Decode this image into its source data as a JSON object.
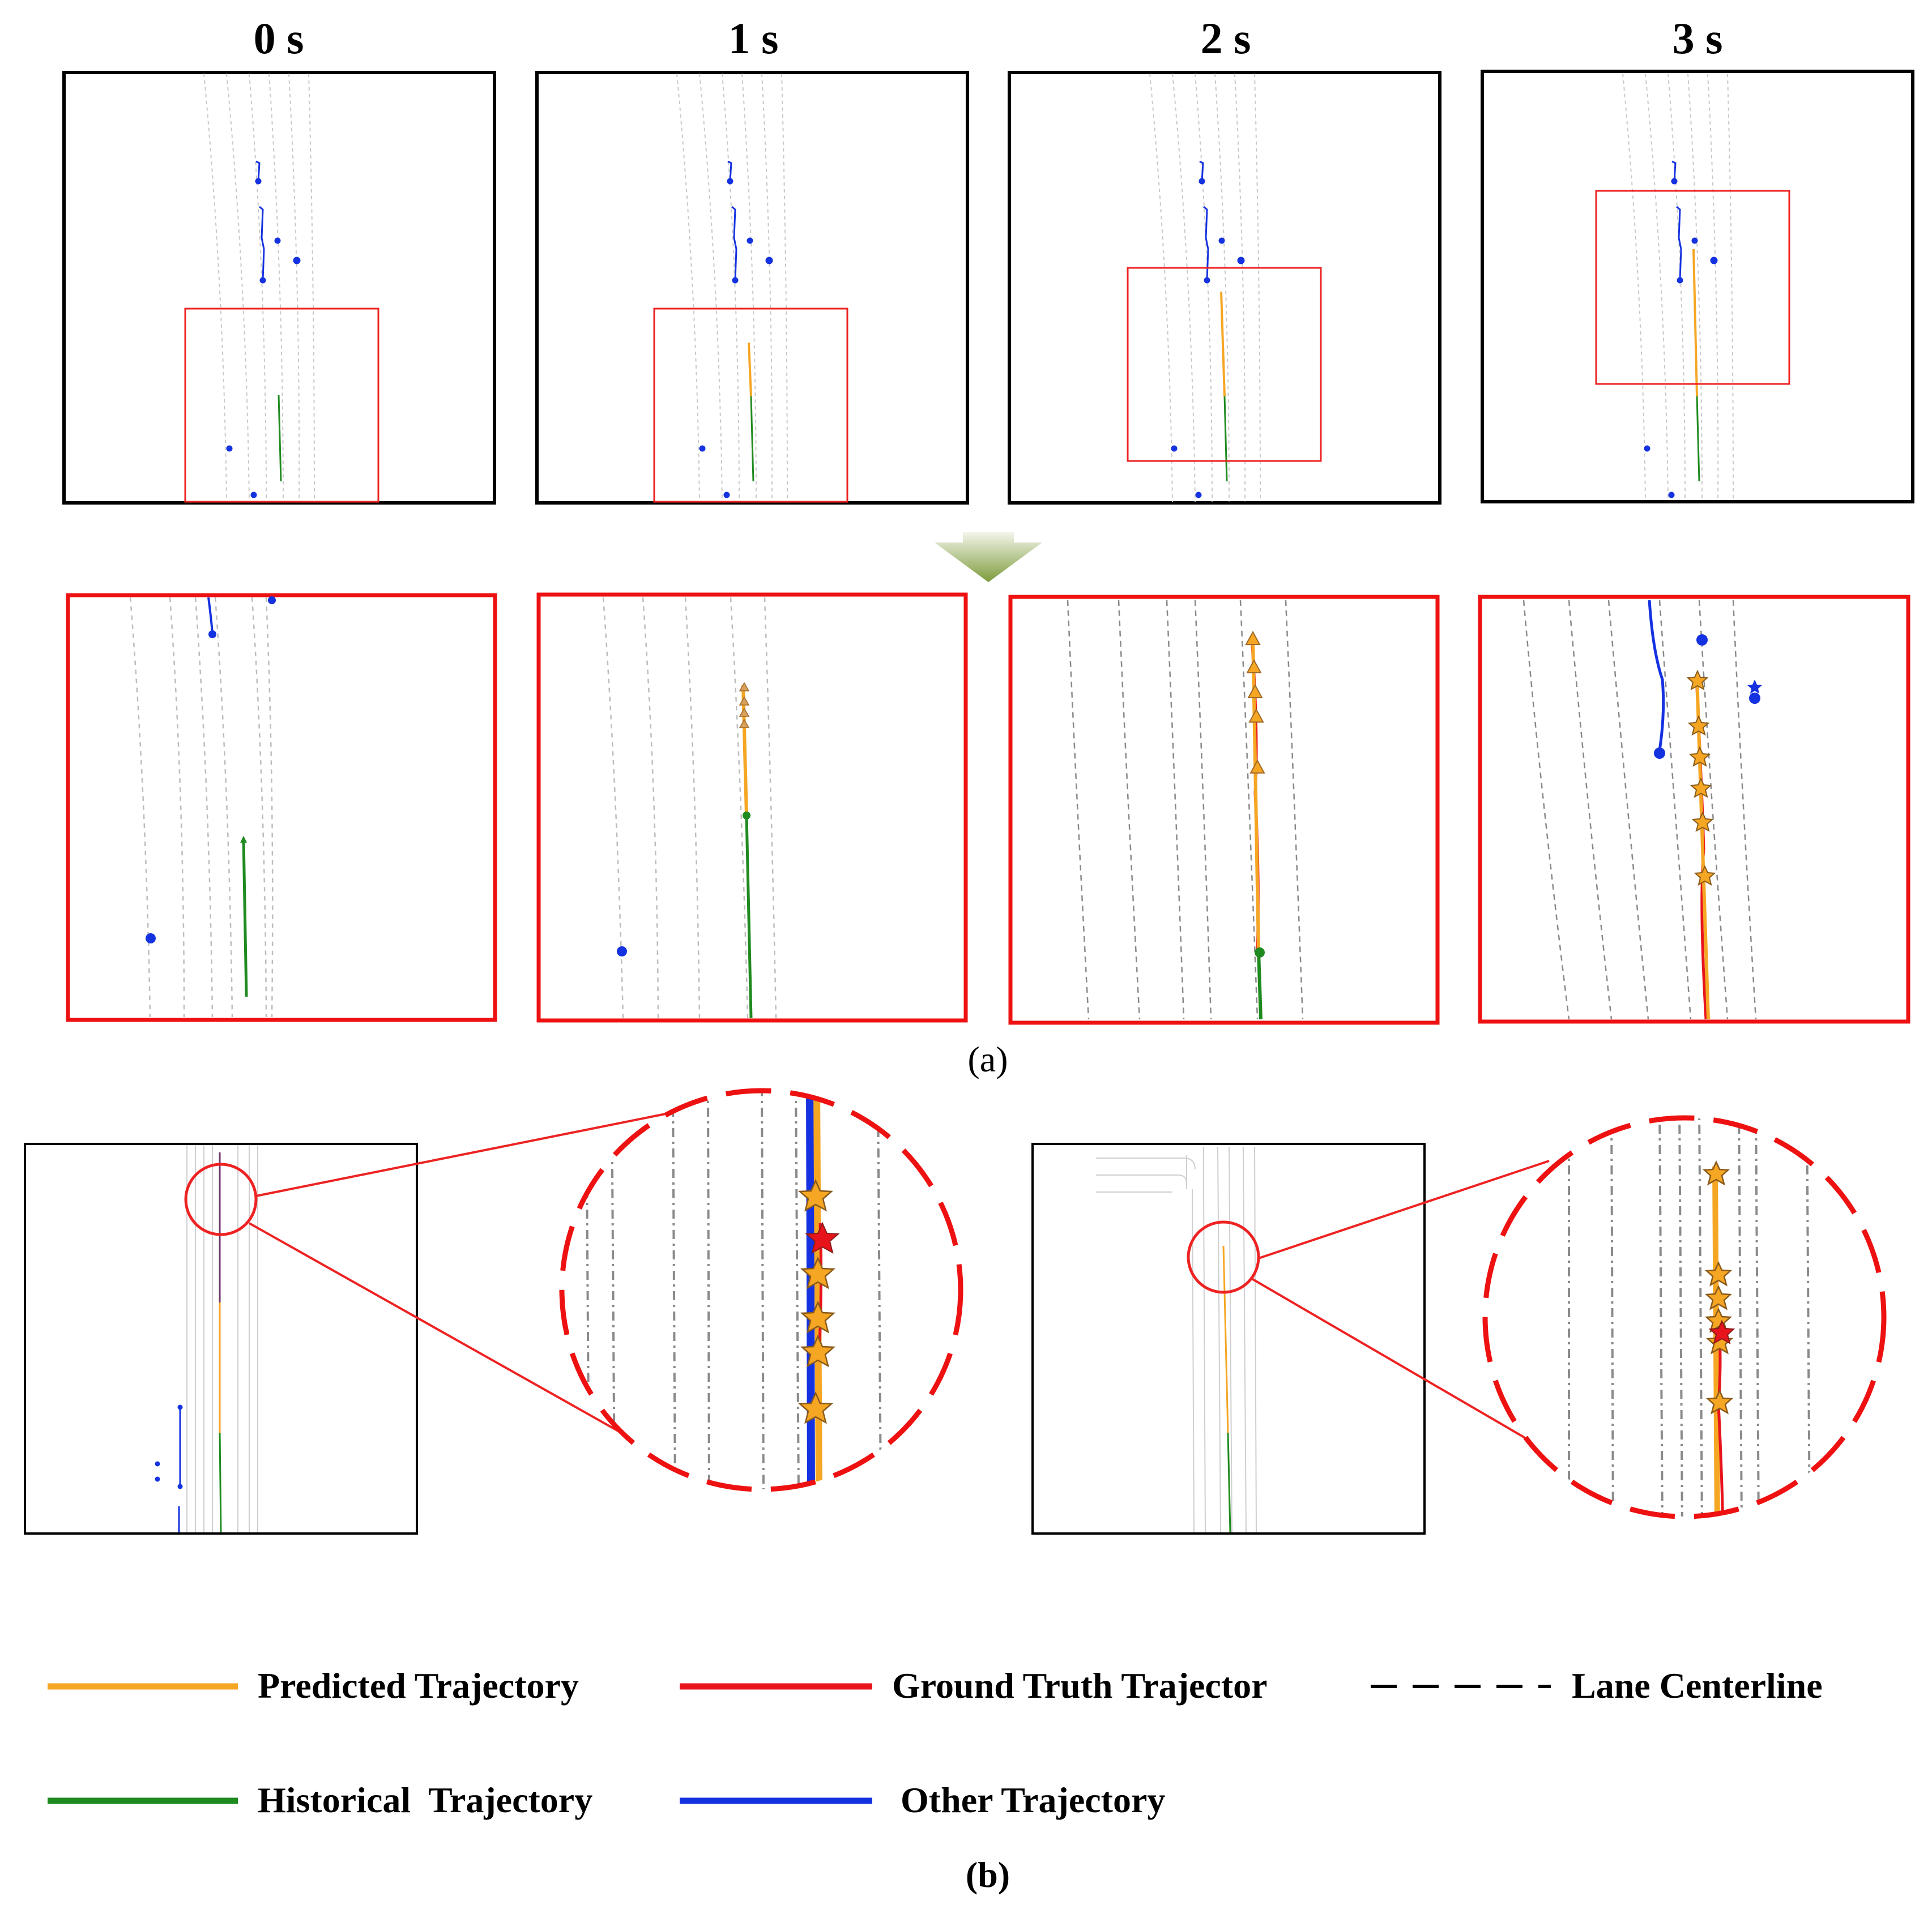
{
  "panel_a": {
    "time_labels": [
      "0 s",
      "1 s",
      "2 s",
      "3 s"
    ],
    "caption": "(a)"
  },
  "panel_b": {
    "caption": "(b)"
  },
  "legend": {
    "predicted": "Predicted Trajectory",
    "ground_truth": "Ground Truth Trajector",
    "lane": "Lane Centerline",
    "historical": "Historical  Trajectory",
    "other": "Other Trajectory"
  },
  "colors": {
    "predicted": "#f5a623",
    "ground_truth": "#e8141c",
    "historical": "#1f8a1f",
    "other": "#1432e0",
    "lane": "#555555",
    "highlight_box": "#ee2222",
    "arrow": "#8aa84a"
  }
}
